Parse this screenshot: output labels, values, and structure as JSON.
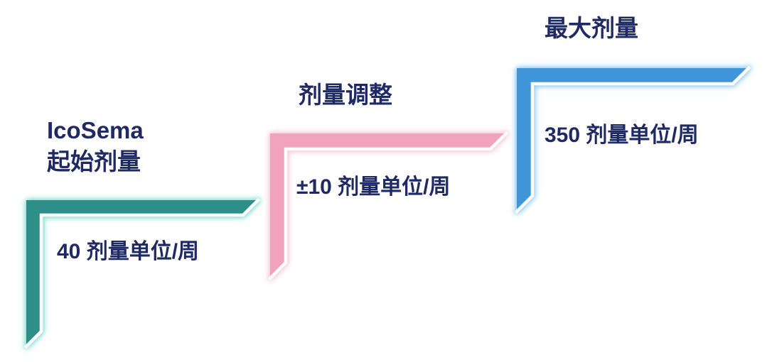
{
  "diagram": {
    "background": "#FFFFFF",
    "text_color": "#1F2A64",
    "outline_color": "#FFFFFF",
    "steps": [
      {
        "name": "starting-dose",
        "brand": "IcoSema",
        "title": "起始剂量",
        "value": "40 剂量单位/周",
        "color": "#2E8F88",
        "glow_color": "#86DCD3"
      },
      {
        "name": "dose-adjustment",
        "title": "剂量调整",
        "value": "±10 剂量单位/周",
        "color": "#F0A3BC",
        "glow_color": "#F8C6D8"
      },
      {
        "name": "maximum-dose",
        "title": "最大剂量",
        "value": "350 剂量单位/周",
        "color": "#4196D8",
        "glow_color": "#90CBF4"
      }
    ]
  }
}
